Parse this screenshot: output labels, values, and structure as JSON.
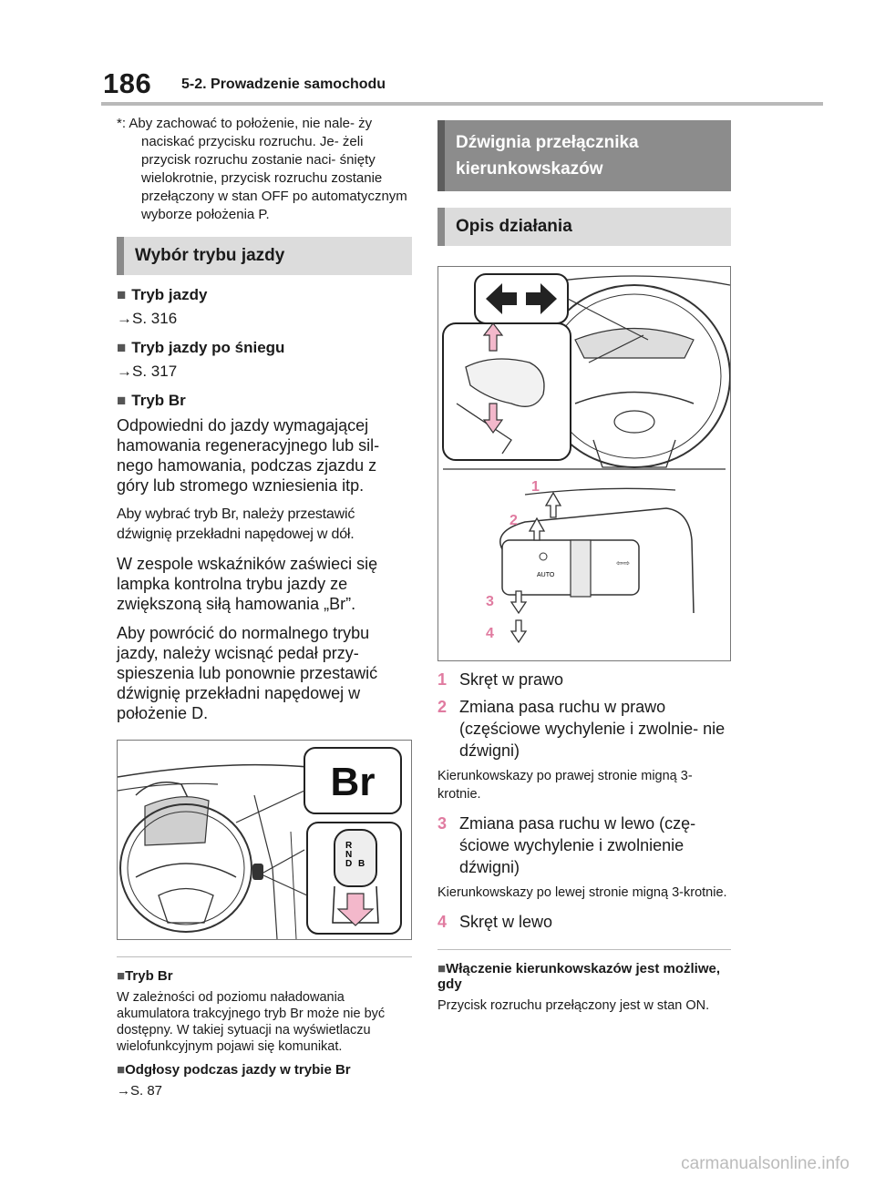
{
  "header": {
    "page_number": "186",
    "section": "5-2. Prowadzenie samochodu"
  },
  "left": {
    "footnote": "*: Aby zachować to położenie, nie nale- ży naciskać przycisku rozruchu. Je- żeli przycisk rozruchu zostanie naci- śnięty wielokrotnie, przycisk rozruchu zostanie przełączony w stan OFF po automatycznym wyborze położenia P.",
    "heading": "Wybór trybu jazdy",
    "items": [
      {
        "title": "Tryb jazdy",
        "ref": "→S. 316"
      },
      {
        "title": "Tryb jazdy po śniegu",
        "ref": "→S. 317"
      }
    ],
    "br_title": "Tryb Br",
    "br_p1": "Odpowiedni do jazdy wymagającej hamowania regeneracyjnego lub sil- nego hamowania, podczas zjazdu z góry lub stromego wzniesienia itp.",
    "br_p2": "Aby wybrać tryb Br, należy przestawić dźwignię przekładni napędowej w dół.",
    "br_p3": "W zespole wskaźników zaświeci się lampka kontrolna trybu jazdy ze zwiększoną siłą hamowania „Br”.",
    "br_p4": "Aby powrócić do normalnego trybu jazdy, należy wcisnąć pedał przy- spieszenia lub ponownie przestawić dźwignię przekładni napędowej w położenie D.",
    "fig_br_label": "Br",
    "fig_gear": [
      "R",
      "N",
      "D",
      "B"
    ],
    "note1_title": "Tryb Br",
    "note1_text": "W zależności od poziomu naładowania akumulatora trakcyjnego tryb Br może nie być dostępny. W takiej sytuacji na wyświetlaczu wielofunkcyjnym pojawi się komunikat.",
    "note2_title": "Odgłosy podczas jazdy w trybie Br",
    "note2_ref": "→S. 87"
  },
  "right": {
    "heading1": "Dźwignia przełącznika kierunkowskazów",
    "heading2": "Opis działania",
    "fig_numbers": [
      "1",
      "2",
      "3",
      "4"
    ],
    "fig_auto": "AUTO",
    "steps": [
      {
        "n": "1",
        "text": "Skręt w prawo",
        "note": ""
      },
      {
        "n": "2",
        "text": "Zmiana pasa ruchu w prawo (częściowe wychylenie i zwolnie- nie dźwigni)",
        "note": "Kierunkowskazy po prawej stronie migną 3-krotnie."
      },
      {
        "n": "3",
        "text": "Zmiana pasa ruchu w lewo (czę- ściowe wychylenie i zwolnienie dźwigni)",
        "note": "Kierunkowskazy po lewej stronie migną 3-krotnie."
      },
      {
        "n": "4",
        "text": "Skręt w lewo",
        "note": ""
      }
    ],
    "note_title": "Włączenie kierunkowskazów jest możliwe, gdy",
    "note_text": "Przycisk rozruchu przełączony jest w stan ON."
  },
  "watermark": "carmanualsonline.info",
  "colors": {
    "accent_pink": "#e07ba0",
    "heading_light": "#dcdcdc",
    "heading_dark": "#8c8c8c"
  }
}
